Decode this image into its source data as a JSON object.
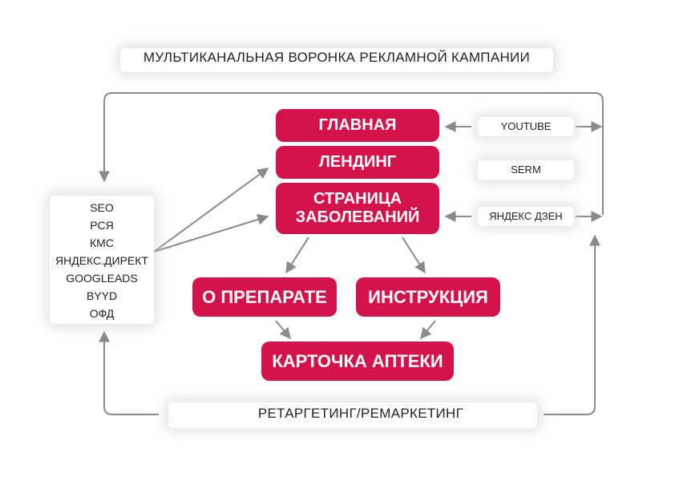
{
  "title": "МУЛЬТИКАНАЛЬНАЯ ВОРОНКА РЕКЛАМНОЙ КАМПАНИИ",
  "nodes": {
    "main": "ГЛАВНАЯ",
    "landing": "ЛЕНДИНГ",
    "disease_line1": "СТРАНИЦА",
    "disease_line2": "ЗАБОЛЕВАНИЙ",
    "drug": "О ПРЕПАРАТЕ",
    "instruction": "ИНСТРУКЦИЯ",
    "pharmacy": "КАРТОЧКА АПТЕКИ"
  },
  "sources": [
    "SEO",
    "РСЯ",
    "КМС",
    "ЯНДЕКС.ДИРЕКТ",
    "GOOGLEADS",
    "BYYD",
    "ОФД"
  ],
  "side_channels": {
    "youtube": "YOUTUBE",
    "serm": "SERM",
    "zen": "ЯНДЕКС ДЗЕН"
  },
  "retargeting": "РЕТАРГЕТИНГ/РЕМАРКЕТИНГ",
  "colors": {
    "accent": "#d4134a",
    "arrow": "#8a8a8a",
    "text": "#222222"
  }
}
